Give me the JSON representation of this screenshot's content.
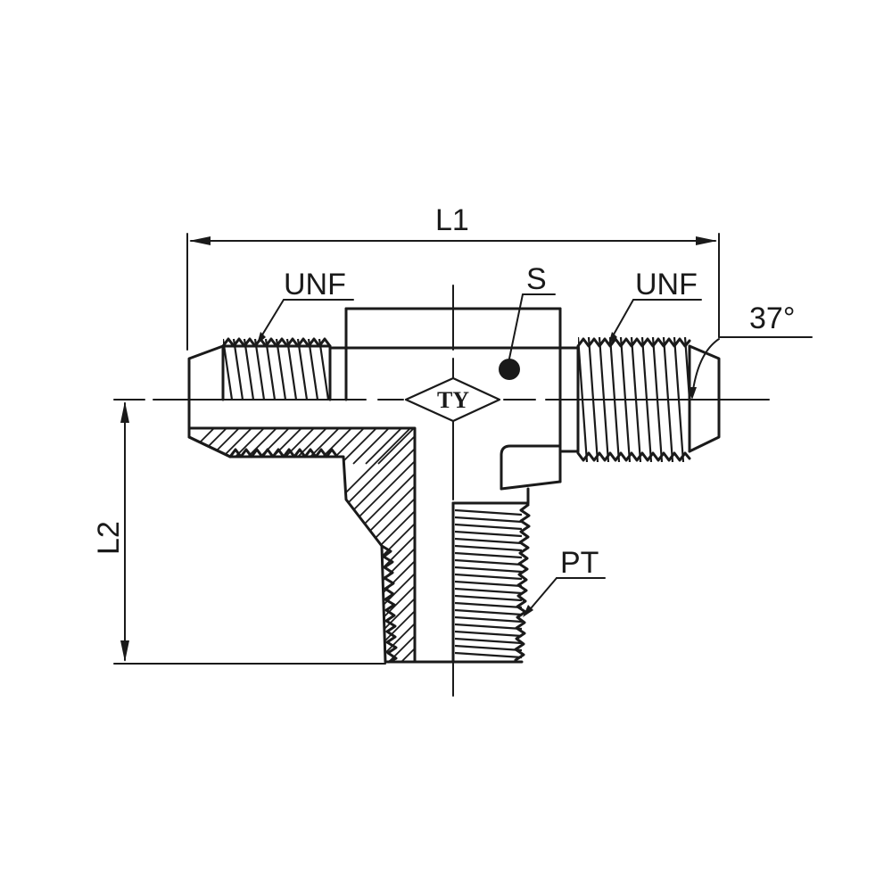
{
  "labels": {
    "l1": "L1",
    "l2": "L2",
    "s": "S",
    "unf_left": "UNF",
    "unf_right": "UNF",
    "angle": "37°",
    "pt": "PT"
  },
  "logo": {
    "text": "TY"
  },
  "colors": {
    "line": "#1a1a1a",
    "background": "#ffffff"
  }
}
